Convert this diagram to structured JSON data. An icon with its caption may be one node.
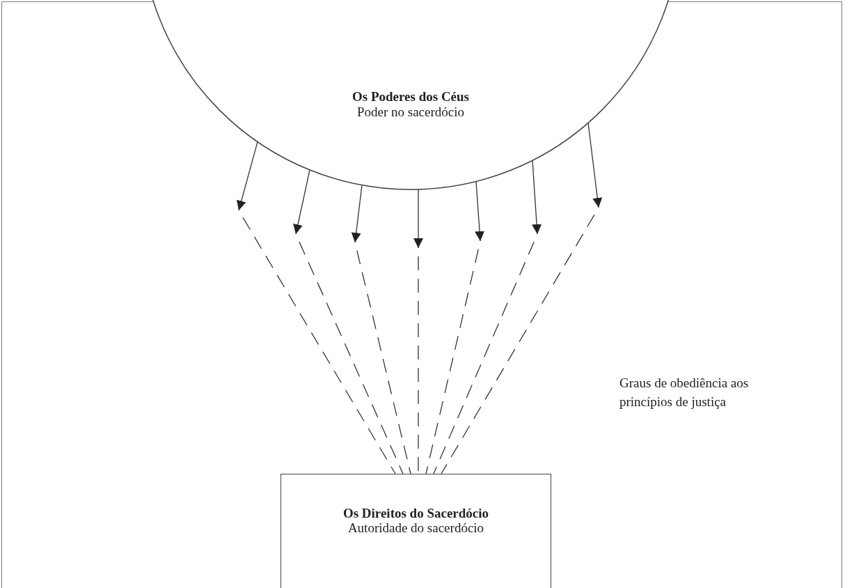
{
  "diagram": {
    "nodes": [
      {
        "text": [
          "Os Poderes dos Céus",
          "Poder no sacerdócio"
        ]
      },
      {
        "text": [
          "Os Direitos do Sacerdócio",
          "Autoridade do sacerdócio"
        ]
      }
    ],
    "edges": [
      {
        "from": 0,
        "to": null,
        "arrow": "to"
      },
      {
        "from": 0,
        "to": null,
        "arrow": "to"
      },
      {
        "from": 0,
        "to": null,
        "arrow": "to"
      },
      {
        "from": 0,
        "to": null,
        "arrow": "to"
      },
      {
        "from": 0,
        "to": null,
        "arrow": "to"
      },
      {
        "from": 0,
        "to": null,
        "arrow": "to"
      },
      {
        "from": 0,
        "to": null,
        "arrow": "to"
      },
      {
        "from": null,
        "to": 1,
        "arrow": "none",
        "style": "dashed"
      },
      {
        "from": null,
        "to": 1,
        "arrow": "none",
        "style": "dashed"
      },
      {
        "from": null,
        "to": 1,
        "arrow": "none",
        "style": "dashed"
      },
      {
        "from": null,
        "to": 1,
        "arrow": "none",
        "style": "dashed"
      },
      {
        "from": null,
        "to": 1,
        "arrow": "none",
        "style": "dashed"
      },
      {
        "from": null,
        "to": 1,
        "arrow": "none",
        "style": "dashed"
      },
      {
        "from": null,
        "to": 1,
        "arrow": "none",
        "style": "dashed"
      }
    ],
    "labels": [
      "Graus de obediência aos princípios de justiça"
    ]
  }
}
